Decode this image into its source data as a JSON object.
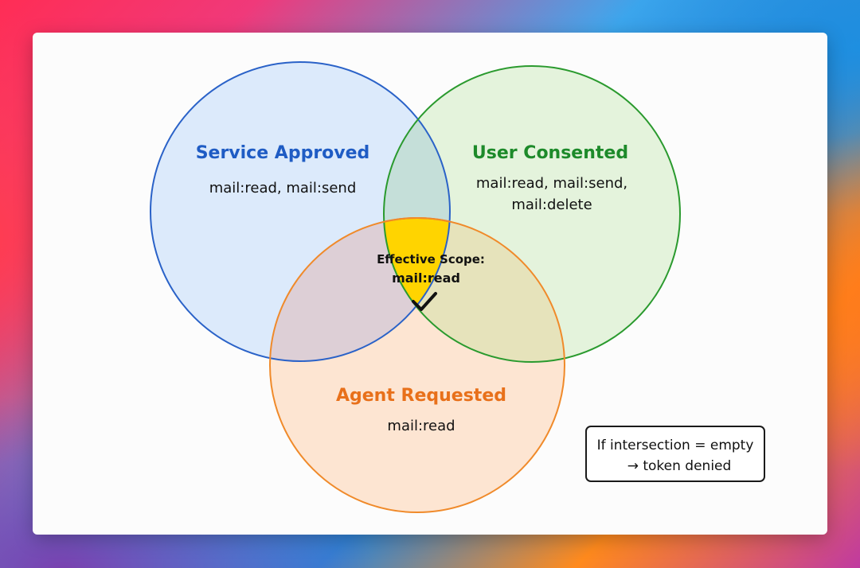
{
  "colors": {
    "service": "#1f5cc4",
    "user": "#1d8a2a",
    "agent": "#e8701a",
    "effective_fill": "#ffd400",
    "effective_text": "#111111",
    "card_bg": "#fcfcfc"
  },
  "circles": {
    "service": {
      "title": "Service Approved",
      "scopes_line1": "mail:read, mail:send"
    },
    "user": {
      "title": "User Consented",
      "scopes_line1": "mail:read, mail:send,",
      "scopes_line2": "mail:delete"
    },
    "agent": {
      "title": "Agent Requested",
      "scopes_line1": "mail:read"
    }
  },
  "effective": {
    "label": "Effective Scope:",
    "value": "mail:read",
    "icon": "checkmark-icon"
  },
  "note": {
    "line1": "If intersection = empty",
    "line2": "→  token denied"
  }
}
